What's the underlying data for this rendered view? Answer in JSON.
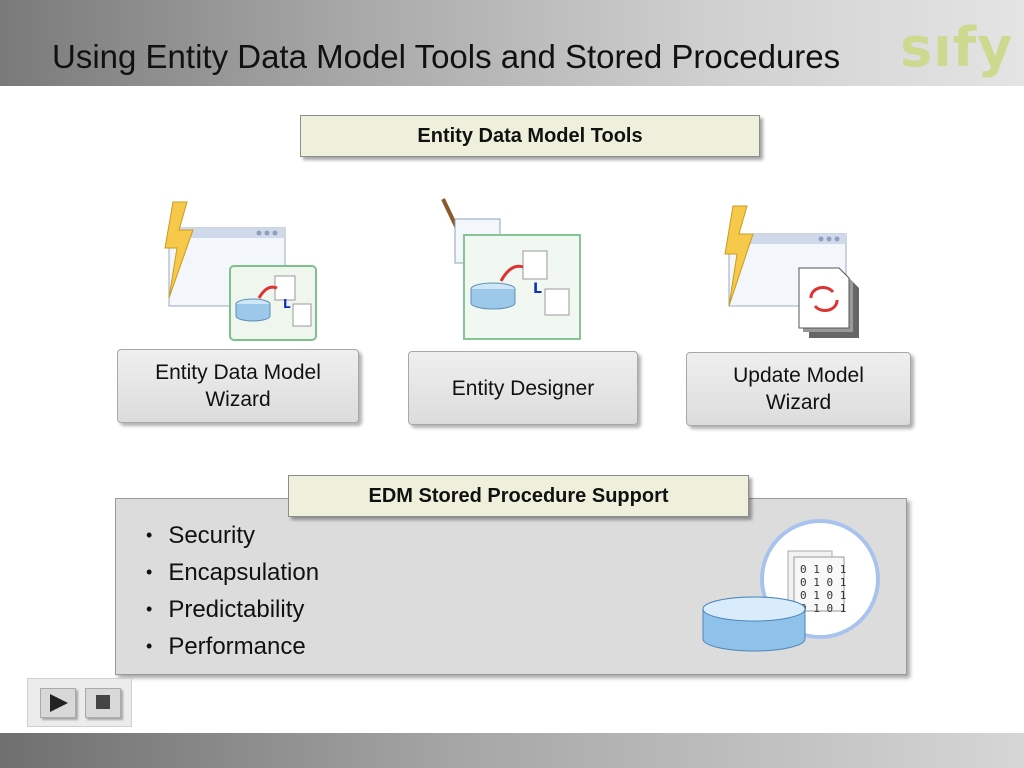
{
  "slide": {
    "title": "Using Entity Data Model Tools and Stored Procedures",
    "logo_text": "sıfy",
    "colors": {
      "logo": "#ccd98f",
      "banner_bg": "#eef0dc",
      "panel_bg": "#dcdcdc"
    }
  },
  "tools_section": {
    "heading": "Entity Data Model Tools",
    "tools": [
      {
        "line1": "Entity Data Model",
        "line2": "Wizard",
        "icon": "wizard-icon"
      },
      {
        "line1": "Entity Designer",
        "line2": "",
        "icon": "designer-icon"
      },
      {
        "line1": "Update Model",
        "line2": "Wizard",
        "icon": "update-wizard-icon"
      }
    ]
  },
  "stored_proc_section": {
    "heading": "EDM Stored Procedure Support",
    "bullets": [
      "Security",
      "Encapsulation",
      "Predictability",
      "Performance"
    ],
    "icon": "database-binary-icon",
    "binary_rows": [
      "0 1 0 1",
      "0 1 0 1",
      "0 1 0 1",
      "0 1 0 1"
    ]
  },
  "controls": {
    "play_icon": "play-icon",
    "stop_icon": "stop-icon"
  }
}
